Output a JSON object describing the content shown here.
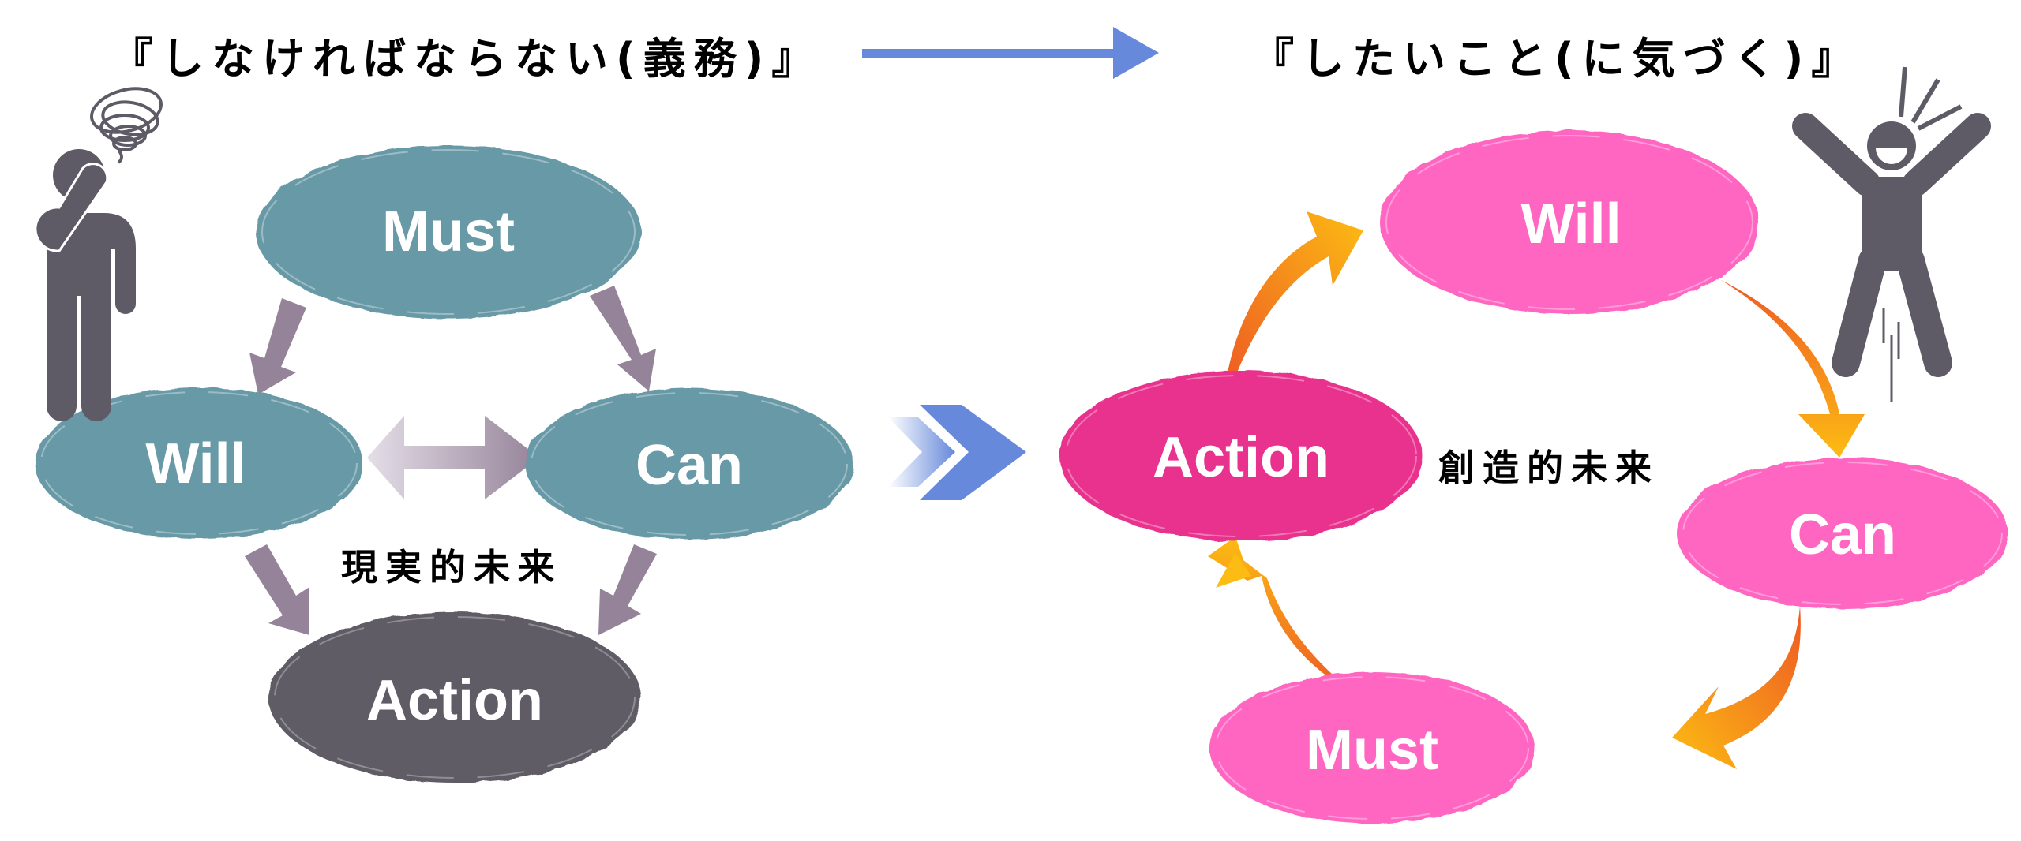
{
  "titles": {
    "left": "『しなければならない(義務)』",
    "right": "『したいこと(に気づく)』"
  },
  "captions": {
    "left": "現実的未来",
    "right": "創造的未来"
  },
  "left_diagram": {
    "nodes": {
      "must": "Must",
      "will": "Will",
      "can": "Can",
      "action": "Action"
    },
    "colors": {
      "node": "#6899A6",
      "action": "#5E5B66",
      "arrow": "#958399",
      "arrow_light": "#DAD3DD"
    }
  },
  "right_diagram": {
    "nodes": {
      "will": "Will",
      "can": "Can",
      "must": "Must",
      "action": "Action"
    },
    "colors": {
      "node": "#FF66C2",
      "action": "#E8308E",
      "arrow_start": "#EE5A24",
      "arrow_end": "#FCBC13"
    }
  },
  "transition": {
    "color": "#6689DB"
  },
  "figures": {
    "color": "#5E5B66",
    "left": "confused-person-icon",
    "right": "joyful-person-icon"
  }
}
